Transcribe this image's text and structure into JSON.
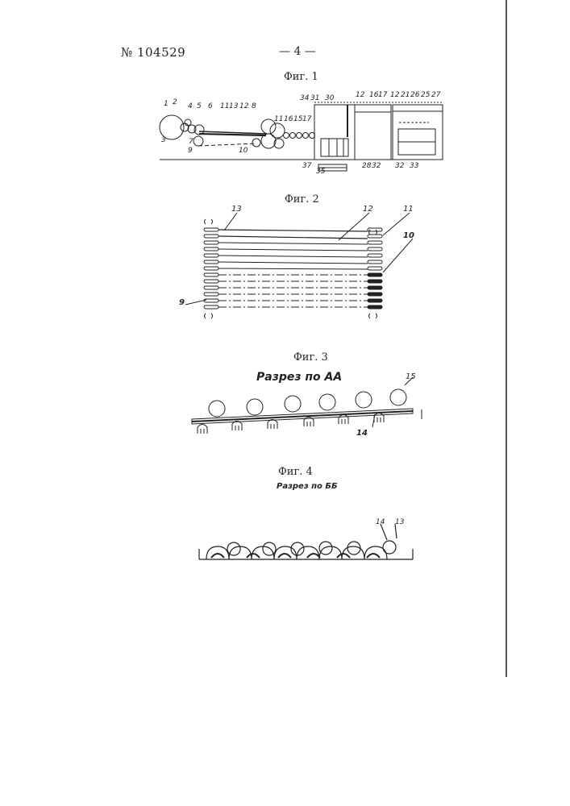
{
  "header": {
    "patent_number": "№ 104529",
    "page_number": "— 4 —"
  },
  "figures": [
    {
      "caption": "Фиг. 1",
      "labels": [
        "1",
        "2",
        "3",
        "4",
        "5",
        "6",
        "7",
        "8",
        "9",
        "10",
        "11",
        "12",
        "13",
        "15",
        "16",
        "17",
        "30",
        "31",
        "34",
        "35",
        "37",
        "28",
        "32",
        "33"
      ]
    },
    {
      "caption": "Фиг. 2",
      "labels": [
        "13",
        "12",
        "11",
        "10",
        "9"
      ]
    },
    {
      "caption": "Фиг. 3",
      "section_title": "Разрез по АА",
      "labels": [
        "15",
        "14"
      ]
    },
    {
      "caption": "Фиг. 4",
      "section_title": "Разрез по ББ",
      "labels": [
        "14",
        "13"
      ]
    }
  ]
}
